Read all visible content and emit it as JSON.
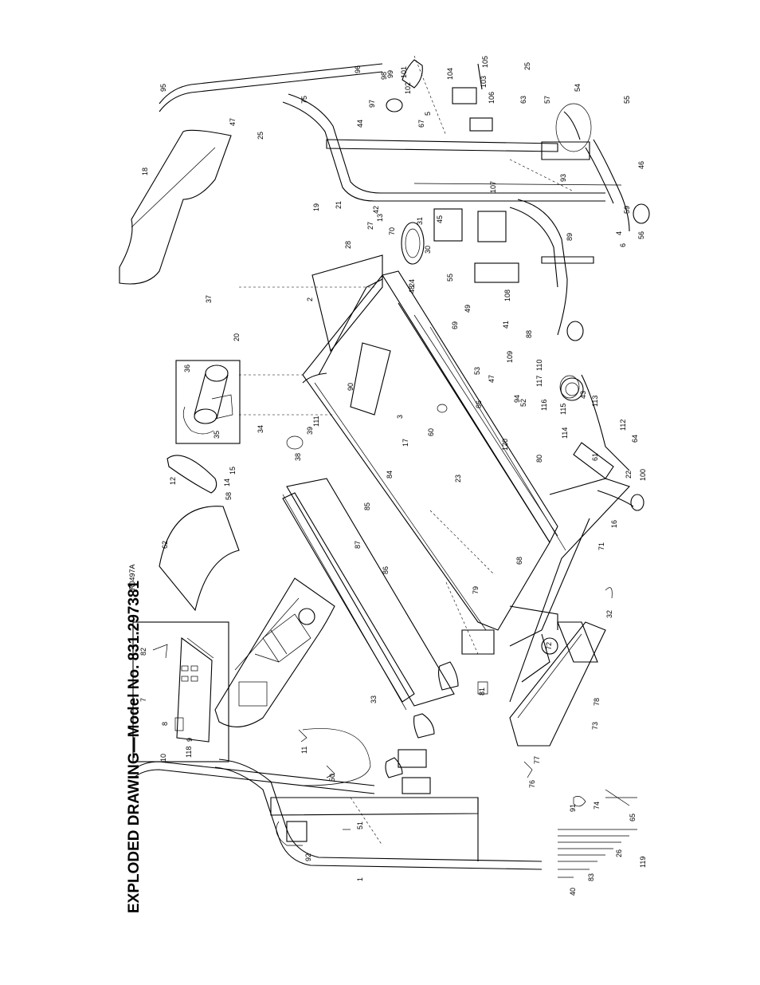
{
  "title": "EXPLODED DRAWING—Model No. 831.297381",
  "drawing_code": "R0497A",
  "part_labels": [
    "95",
    "96",
    "98",
    "99",
    "101",
    "97",
    "102",
    "5",
    "67",
    "75",
    "47",
    "25",
    "44",
    "18",
    "19",
    "21",
    "27",
    "13",
    "42",
    "70",
    "31",
    "30",
    "24",
    "28",
    "2",
    "37",
    "45",
    "105",
    "104",
    "103",
    "106",
    "63",
    "25",
    "54",
    "57",
    "55",
    "46",
    "56",
    "59",
    "93",
    "107",
    "89",
    "4",
    "6",
    "108",
    "48",
    "49",
    "55",
    "47",
    "53",
    "41",
    "88",
    "109",
    "110",
    "117",
    "43",
    "113",
    "116",
    "115",
    "114",
    "112",
    "64",
    "22",
    "100",
    "61",
    "80",
    "120",
    "94",
    "52",
    "66",
    "23",
    "69",
    "60",
    "3",
    "17",
    "84",
    "85",
    "86",
    "87",
    "90",
    "111",
    "39",
    "38",
    "36",
    "35",
    "34",
    "20",
    "12",
    "58",
    "14",
    "15",
    "62",
    "82",
    "7",
    "8",
    "10",
    "118",
    "9",
    "33",
    "11",
    "50",
    "51",
    "92",
    "1",
    "91",
    "65",
    "76",
    "77",
    "73",
    "74",
    "78",
    "79",
    "68",
    "72",
    "16",
    "71",
    "32",
    "26",
    "119",
    "83",
    "40",
    "81"
  ]
}
